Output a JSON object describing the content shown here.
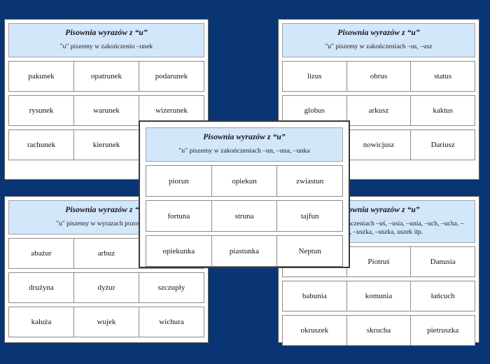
{
  "page": {
    "background_color": "#0a3574",
    "card_background": "#ffffff",
    "header_fill": "#d3e7fb",
    "header_border": "#9aa4ad",
    "cell_border": "#8b8b8b"
  },
  "cards": [
    {
      "id": "card-unek",
      "position": "top-left",
      "title": "Pisownia wyrazów z “u”",
      "subtitle": "\"u\" piszemy w zakończeniu –unek",
      "rows": [
        [
          "pakunek",
          "opatrunek",
          "podarunek"
        ],
        [
          "rysunek",
          "warunek",
          "wizerunek"
        ],
        [
          "rachunek",
          "kierunek",
          ""
        ]
      ]
    },
    {
      "id": "card-us-usz",
      "position": "top-right",
      "title": "Pisownia wyrazów z “u”",
      "subtitle": "\"u\" piszemy w zakończeniach –us, –usz",
      "rows": [
        [
          "lizus",
          "obrus",
          "status"
        ],
        [
          "globus",
          "arkusz",
          "kaktus"
        ],
        [
          "",
          "nowicjusz",
          "Dariusz"
        ]
      ]
    },
    {
      "id": "card-un-una-unka",
      "position": "center",
      "title": "Pisownia wyrazów z “u”",
      "subtitle": "\"u\" piszemy w zakończeniach –un, –una, –unka",
      "rows": [
        [
          "piorun",
          "opiekun",
          "zwiastun"
        ],
        [
          "fortuna",
          "struna",
          "tajfun"
        ],
        [
          "opiekunka",
          "piastunka",
          "Neptun"
        ]
      ]
    },
    {
      "id": "card-pozostale",
      "position": "bottom-left",
      "title": "Pisownia wyrazów z “u”",
      "subtitle": "\"u\" piszemy w wyrazach pozostałych",
      "rows": [
        [
          "abażur",
          "arbuz",
          ""
        ],
        [
          "drużyna",
          "dyżur",
          "szczupły"
        ],
        [
          "kałuża",
          "wujek",
          "wichura"
        ]
      ]
    },
    {
      "id": "card-us-usia-unia-uch",
      "position": "bottom-right",
      "title": "Pisownia wyrazów z “u”",
      "subtitle": "\"u\" piszemy w zakończeniach –uś, –usia, –unia, –uch, –ucha, –uszek, –uszka, –uszka, uszek itp.",
      "rows": [
        [
          "",
          "Piotruś",
          "Danusia"
        ],
        [
          "babunia",
          "komunia",
          "łańcuch"
        ],
        [
          "okruszek",
          "skrucha",
          "pietruszka"
        ]
      ]
    }
  ]
}
